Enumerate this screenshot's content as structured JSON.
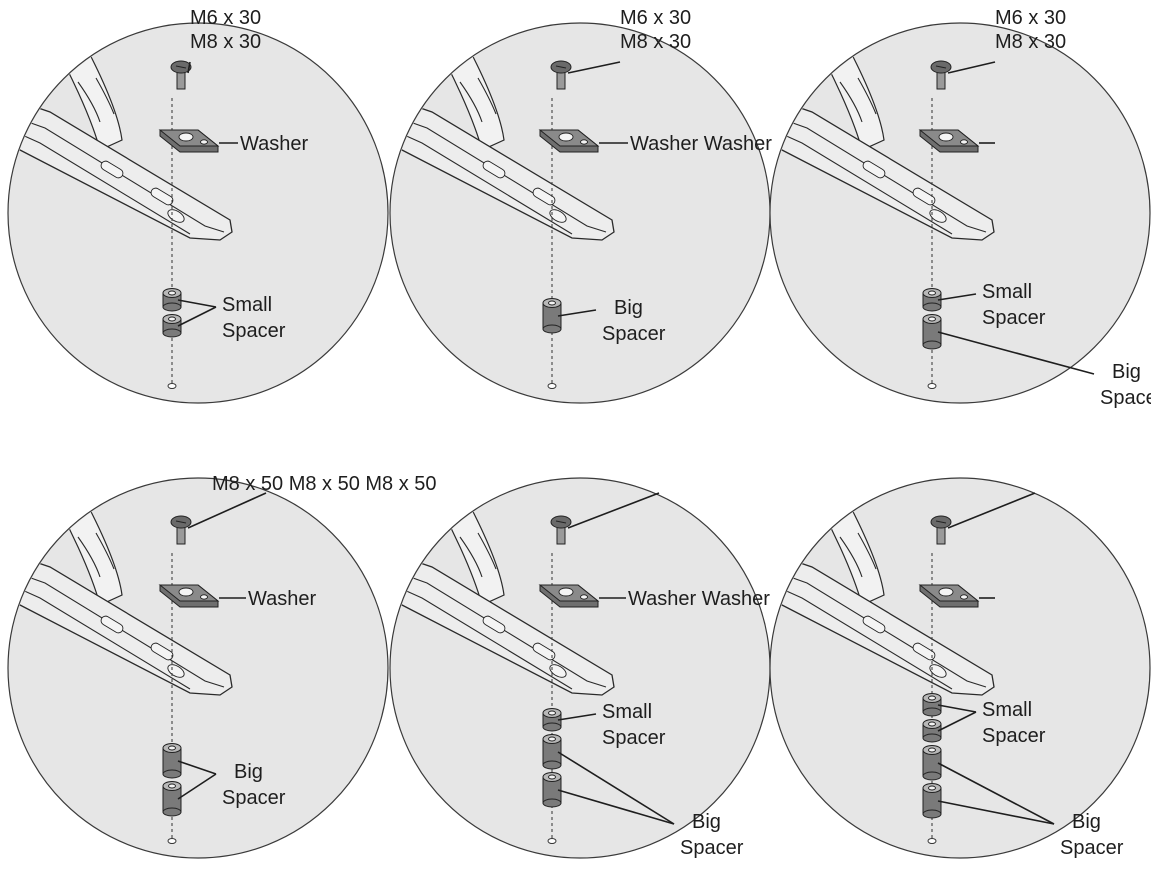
{
  "panels": [
    {
      "id": "p1",
      "screw": [
        "M6 x 30",
        "M8 x 30"
      ],
      "washer": "Washer",
      "spacers": [
        "small",
        "small"
      ],
      "callouts": [
        {
          "lines": [
            "Small",
            "Spacer"
          ],
          "targets": [
            0,
            1
          ]
        }
      ]
    },
    {
      "id": "p2",
      "screw": [
        "M6 x 30",
        "M8 x 30"
      ],
      "washer": "Washer Washer",
      "spacers": [
        "big"
      ],
      "callouts": [
        {
          "lines": [
            "Big",
            "Spacer"
          ],
          "targets": [
            0
          ]
        }
      ]
    },
    {
      "id": "p3",
      "screw": [
        "M6 x 30",
        "M8 x 30"
      ],
      "washer": "",
      "spacers": [
        "small",
        "big"
      ],
      "callouts": [
        {
          "lines": [
            "Small",
            "Spacer"
          ],
          "targets": [
            0
          ]
        },
        {
          "lines": [
            "Big",
            "Spacer"
          ],
          "targets": [
            1
          ]
        }
      ]
    },
    {
      "id": "p4",
      "screw": [
        "M8 x 50 M8 x 50 M8 x 50"
      ],
      "washer": "Washer",
      "spacers": [
        "big",
        "big"
      ],
      "callouts": [
        {
          "lines": [
            "Big",
            "Spacer"
          ],
          "targets": [
            0,
            1
          ]
        }
      ]
    },
    {
      "id": "p5",
      "screw": [],
      "washer": "Washer Washer",
      "spacers": [
        "small",
        "big",
        "big"
      ],
      "callouts": [
        {
          "lines": [
            "Small",
            "Spacer"
          ],
          "targets": [
            0
          ]
        },
        {
          "lines": [
            "Big",
            "Spacer"
          ],
          "targets": [
            1,
            2
          ]
        }
      ]
    },
    {
      "id": "p6",
      "screw": [],
      "washer": "",
      "spacers": [
        "small",
        "small",
        "big",
        "big"
      ],
      "callouts": [
        {
          "lines": [
            "Small",
            "Spacer"
          ],
          "targets": [
            0,
            1
          ]
        },
        {
          "lines": [
            "Big",
            "Spacer"
          ],
          "targets": [
            2,
            3
          ]
        }
      ]
    }
  ],
  "icons": {
    "screw": "screw-icon",
    "washer": "washer-plate-icon",
    "spacer": "spacer-cylinder-icon",
    "bracket": "rail-bracket-icon"
  },
  "colors": {
    "circle_fill": "#e6e6e6",
    "part_dark": "#6f6f6f",
    "line": "#1e1e1e"
  }
}
